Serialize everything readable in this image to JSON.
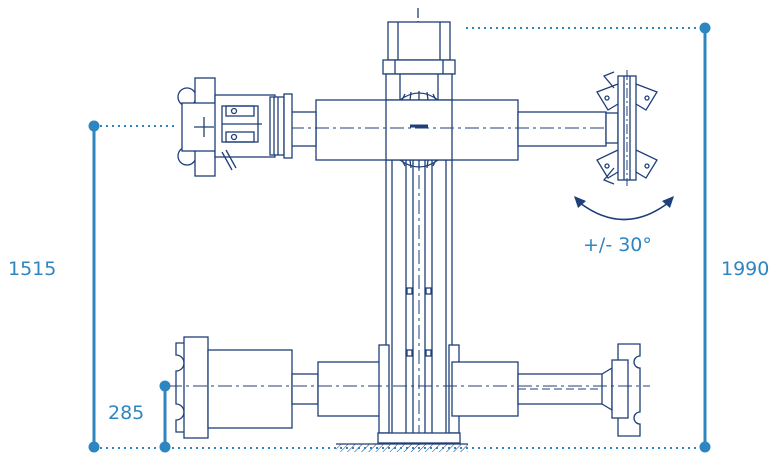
{
  "colors": {
    "accent": "#2E86C1",
    "drawing": "#1F3F7A",
    "background": "#FFFFFF"
  },
  "dimensions": {
    "total_height": "1990",
    "arm_height": "1515",
    "base_height": "285",
    "rotation": "+/- 30°"
  }
}
